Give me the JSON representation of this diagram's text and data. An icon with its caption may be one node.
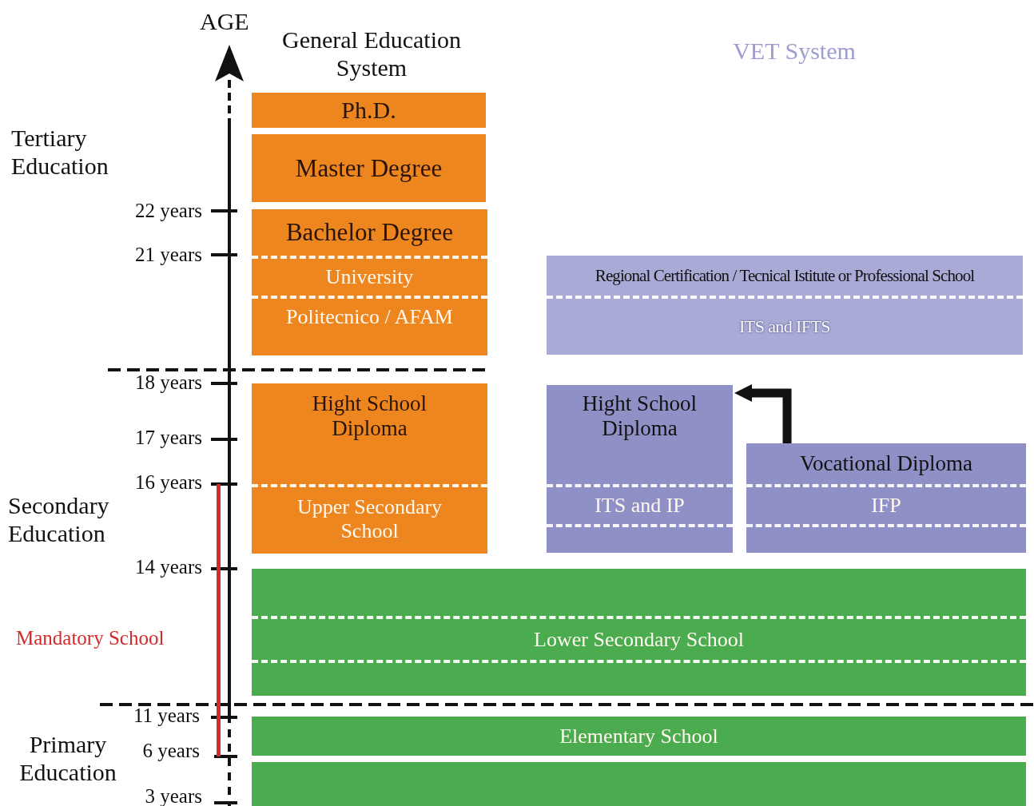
{
  "diagram": {
    "nodes": [
      {
        "text": [
          "Ph.D."
        ]
      },
      {
        "text": [
          "Master Degree"
        ]
      },
      {
        "text": [
          "Bachelor Degree",
          "University",
          "Politecnico / AFAM"
        ]
      },
      {
        "text": [
          "Regional Certification / Tecnical Istitute or Professional School",
          "ITS and IFTS"
        ]
      },
      {
        "text": [
          "Hight School Diploma",
          "Upper Secondary School"
        ]
      },
      {
        "text": [
          "Hight School Diploma",
          "ITS and IP"
        ]
      },
      {
        "text": [
          "Vocational Diploma",
          "IFP"
        ]
      },
      {
        "text": [
          "Lower Secondary School"
        ]
      },
      {
        "text": [
          "Elementary School"
        ]
      },
      {
        "text": [],
        "shape": "box"
      }
    ],
    "edges": [
      {
        "from": 6,
        "to": 5,
        "arrow": "to"
      }
    ],
    "labels": [
      "AGE",
      "General Education System",
      "VET System",
      "Tertiary Education",
      "22 years",
      "21 years",
      "18 years",
      "17 years",
      "16 years",
      "Secondary Education",
      "14 years",
      "Mandatory School",
      "11 years",
      "Primary Education",
      "6 years",
      "3 years"
    ]
  }
}
